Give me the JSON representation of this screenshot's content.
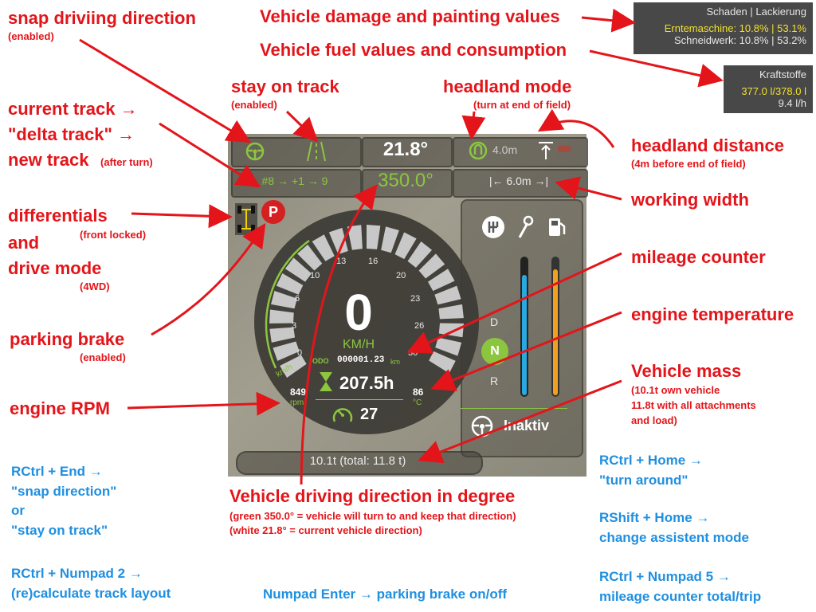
{
  "annotations": {
    "snap": "snap driviing direction",
    "snap_sub": "(enabled)",
    "stay": "stay on track",
    "stay_sub": "(enabled)",
    "headland_mode": "headland mode",
    "headland_mode_sub": "(turn at end of field)",
    "damage": "Vehicle damage and painting values",
    "fuel": "Vehicle fuel values and consumption",
    "track1": "current track →",
    "track2": "\"delta track\" →",
    "track3": "new track",
    "track3_sub": "(after turn)",
    "headland_distance": "headland distance",
    "headland_distance_sub": "(4m before end of field)",
    "working_width": "working width",
    "diff1": "differentials",
    "diff_sub": "(front locked)",
    "diff2": "and",
    "diff3": "drive mode",
    "diff3_sub": "(4WD)",
    "mileage": "mileage counter",
    "parking": "parking brake",
    "parking_sub": "(enabled)",
    "engine_temp": "engine temperature",
    "mass": "Vehicle mass",
    "mass_sub1": "(10.1t own vehicle",
    "mass_sub2": "11.8t with all attachments",
    "mass_sub3": "and load)",
    "rpm": "engine RPM",
    "direction": "Vehicle driving direction in degree",
    "direction_sub1": "(green 350.0° = vehicle will turn to and keep that direction)",
    "direction_sub2": "(white 21.8° = current vehicle direction)"
  },
  "keys": {
    "k1a": "RCtrl + End →",
    "k1b": "\"snap direction\"",
    "k1c": "or",
    "k1d": "\"stay on track\"",
    "k2a": "RCtrl + Numpad 2 →",
    "k2b": "(re)calculate track layout",
    "k3": "Numpad Enter → parking brake on/off",
    "k4a": "RCtrl + Home →",
    "k4b": "\"turn around\"",
    "k5a": "RShift + Home →",
    "k5b": "change assistent mode",
    "k6a": "RCtrl + Numpad 5 →",
    "k6b": "mileage counter total/trip"
  },
  "damage_box": {
    "title": "Schaden | Lackierung",
    "row1": "Erntemaschine: 10.8% | 53.1%",
    "row2": "Schneidwerk: 10.8% | 53.2%"
  },
  "fuel_box": {
    "title": "Kraftstoffe",
    "level": "377.0 l/378.0 l",
    "consumption": "9.4 l/h"
  },
  "hud": {
    "heading_current": "21.8°",
    "heading_target": "350.0°",
    "track_info": "#8 → +1 → 9",
    "headland_dist": "4.0m",
    "working_width": "|← 6.0m →|",
    "parking_icon": "P",
    "speed": "0",
    "speed_unit": "KM/H",
    "odo_label": "ODO",
    "odo_value": "000001.23",
    "odo_unit": "km",
    "hours": "207.5h",
    "rpm_value": "849",
    "rpm_unit": "rpm",
    "temp_value": "86",
    "temp_unit": "°C",
    "cruise": "27",
    "kmh_label": "km/h",
    "gear_d": "D",
    "gear_n": "N",
    "gear_r": "R",
    "assist_status": "Inaktiv",
    "mass": "10.1t (total: 11.8 t)",
    "tick_labels": [
      "0",
      "3",
      "6",
      "10",
      "13",
      "16",
      "20",
      "23",
      "26",
      "30"
    ],
    "accent_color": "#8cc63f",
    "fuel_bar_color": "#f0a020",
    "temp_bar_color": "#2aa8e0",
    "fuel_fill": 0.92,
    "temp_fill": 0.88
  }
}
